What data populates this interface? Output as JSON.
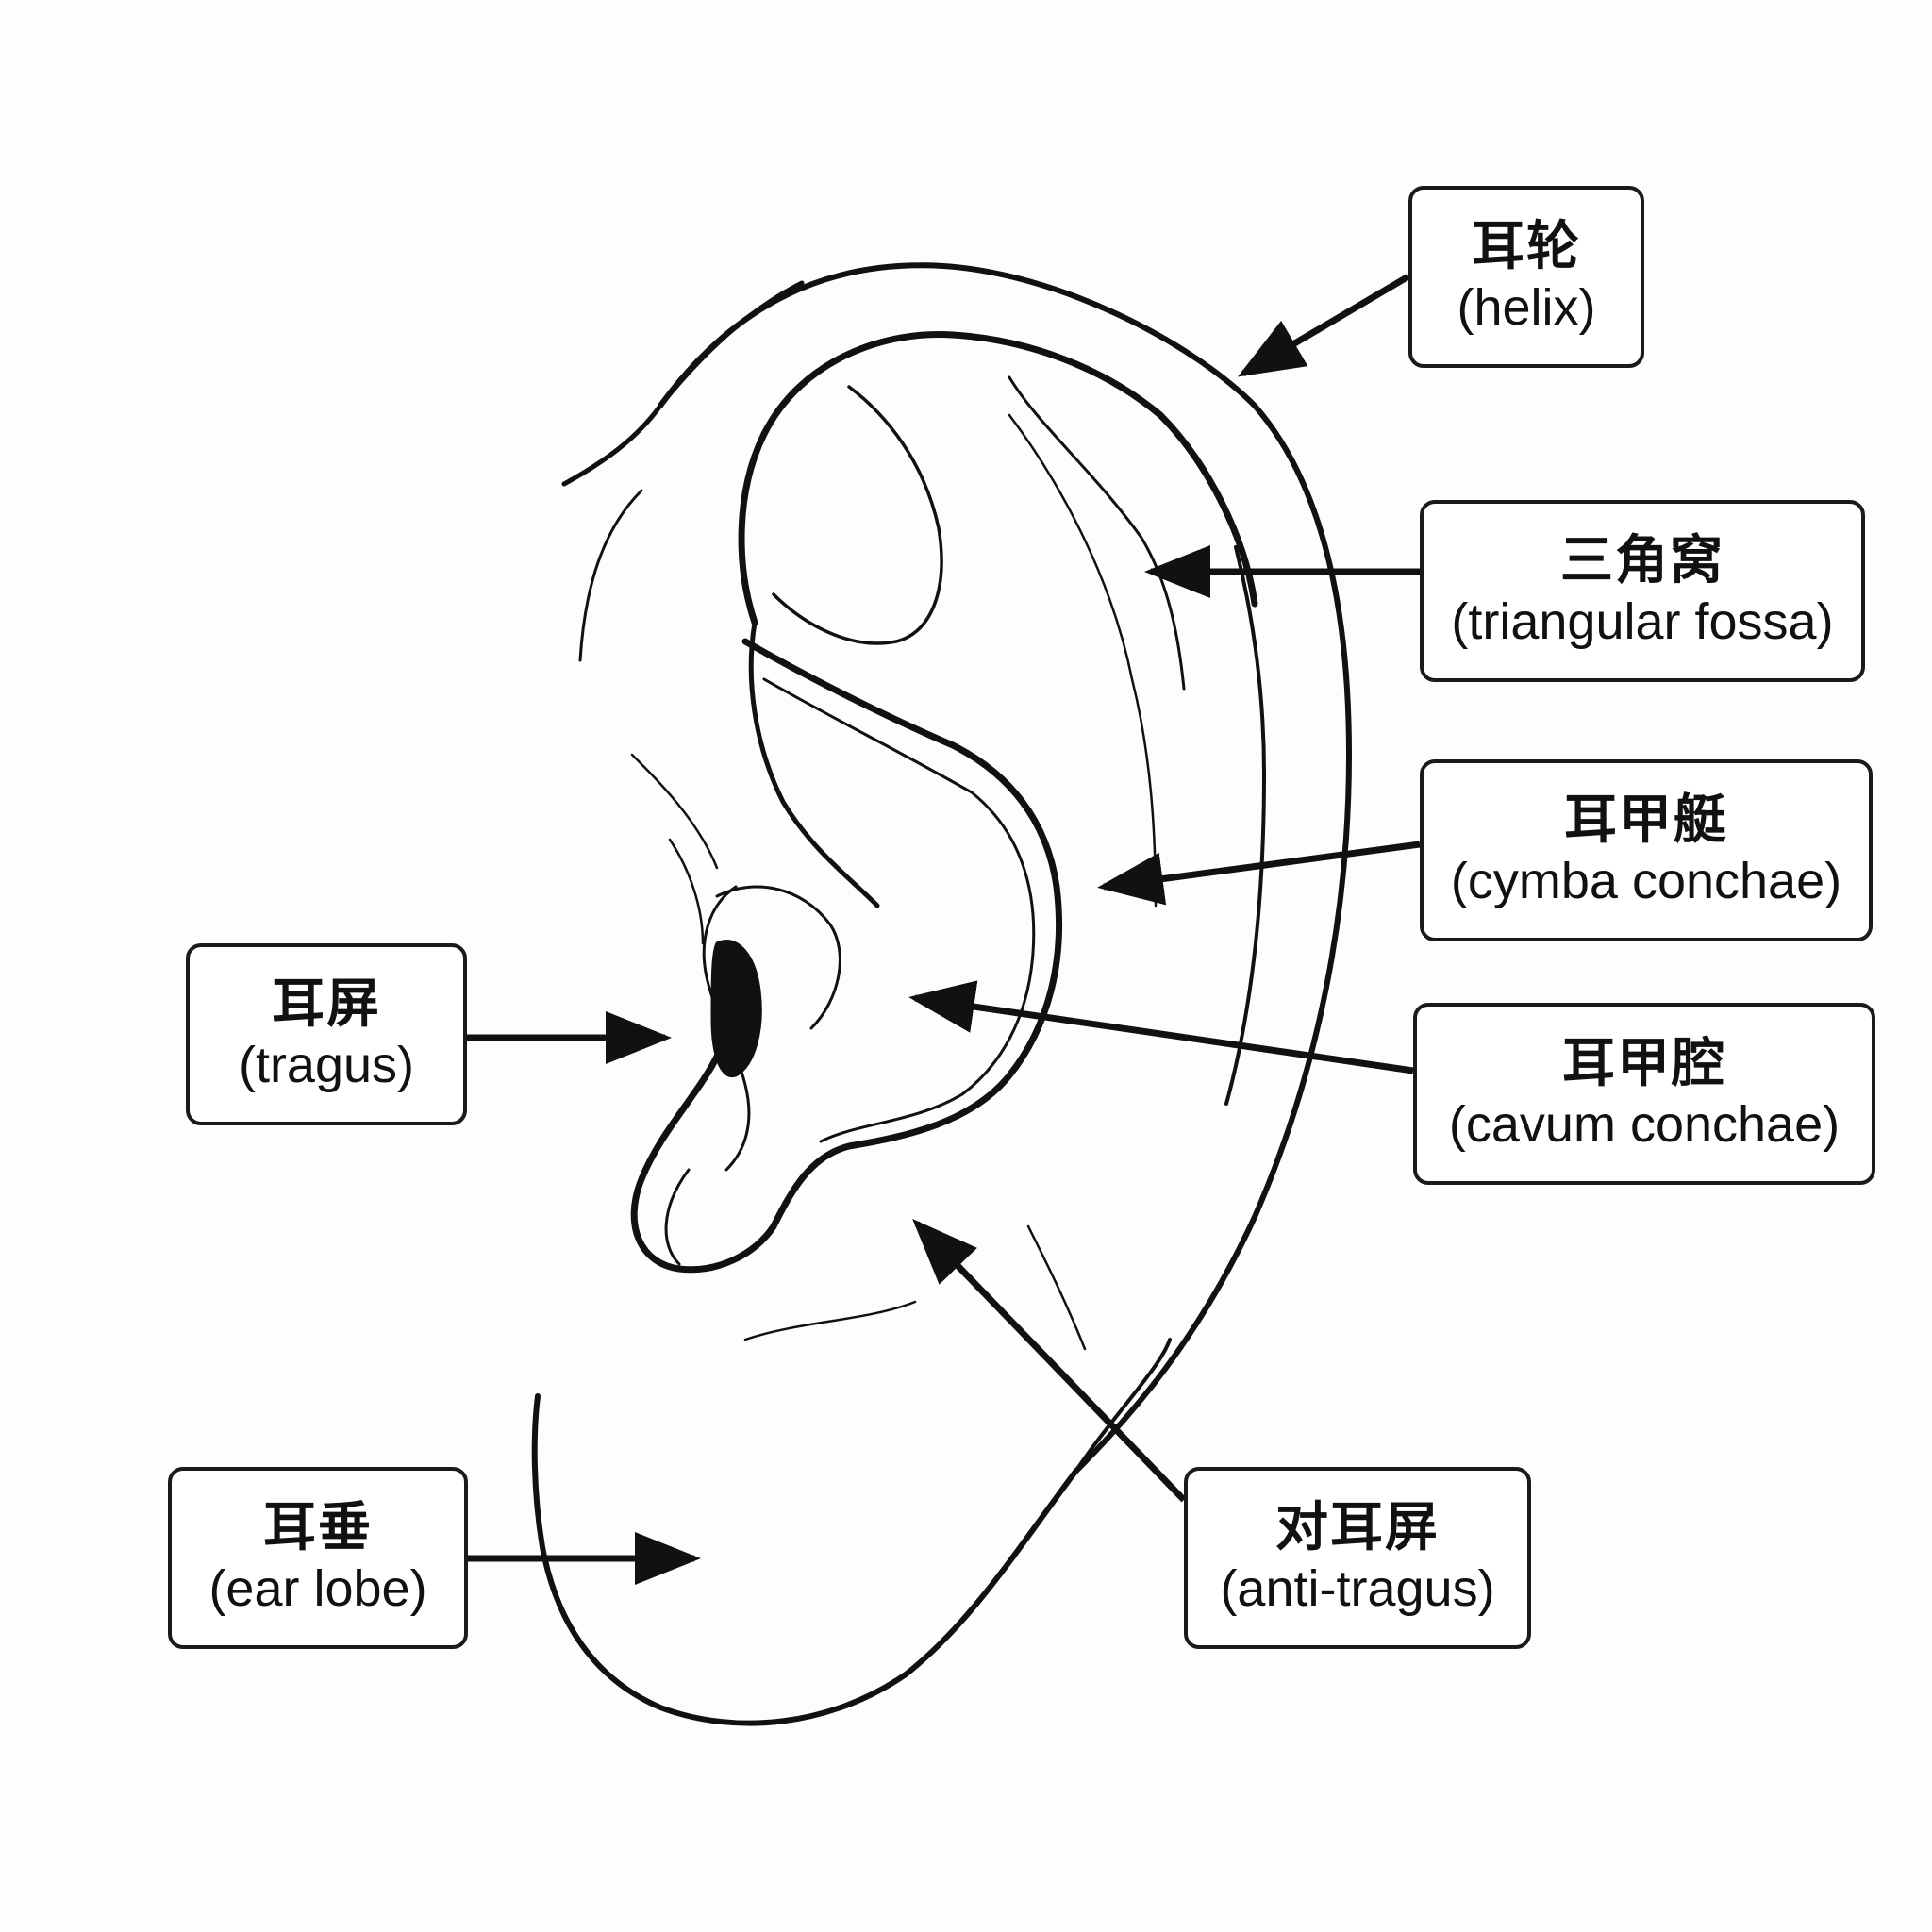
{
  "labels": {
    "helix": {
      "zh": "耳轮",
      "en": "(helix)"
    },
    "triangular": {
      "zh": "三角窝",
      "en": "(triangular fossa)"
    },
    "cymba": {
      "zh": "耳甲艇",
      "en": "(cymba conchae)"
    },
    "cavum": {
      "zh": "耳甲腔",
      "en": "(cavum conchae)"
    },
    "tragus": {
      "zh": "耳屏",
      "en": "(tragus)"
    },
    "lobe": {
      "zh": "耳垂",
      "en": "(ear lobe)"
    },
    "antitragus": {
      "zh": "对耳屏",
      "en": "(anti-tragus)"
    }
  },
  "colors": {
    "ink": "#111111",
    "background": "#fdfdfc",
    "box_fill": "#ffffff"
  }
}
